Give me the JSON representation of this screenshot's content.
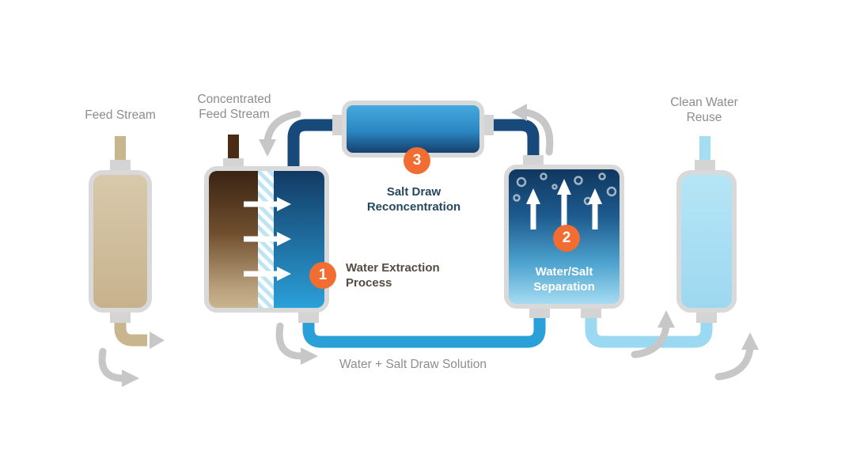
{
  "labels": {
    "feed_stream": "Feed Stream",
    "concentrated_feed": {
      "line1": "Concentrated",
      "line2": "Feed Stream"
    },
    "clean_water_reuse": {
      "line1": "Clean Water",
      "line2": "Reuse"
    },
    "bottom_pipe": "Water + Salt Draw Solution"
  },
  "steps": {
    "water_extraction": {
      "number": "1",
      "line1": "Water Extraction",
      "line2": "Process"
    },
    "water_salt_separation": {
      "number": "2",
      "line1": "Water/Salt",
      "line2": "Separation"
    },
    "salt_draw_reconcentration": {
      "number": "3",
      "line1": "Salt Draw",
      "line2": "Reconcentration"
    }
  },
  "colors": {
    "badge_orange": "#F26D31",
    "pipe_dark_blue": "#17497B",
    "pipe_blue": "#2AA0D8",
    "pipe_light_blue": "#9BD9F2",
    "pipe_tan": "#C9B68F",
    "vessel_border": "#D9D9D9",
    "flow_arrow_gray": "#C7C7C7",
    "label_gray": "#8D8D8D"
  }
}
